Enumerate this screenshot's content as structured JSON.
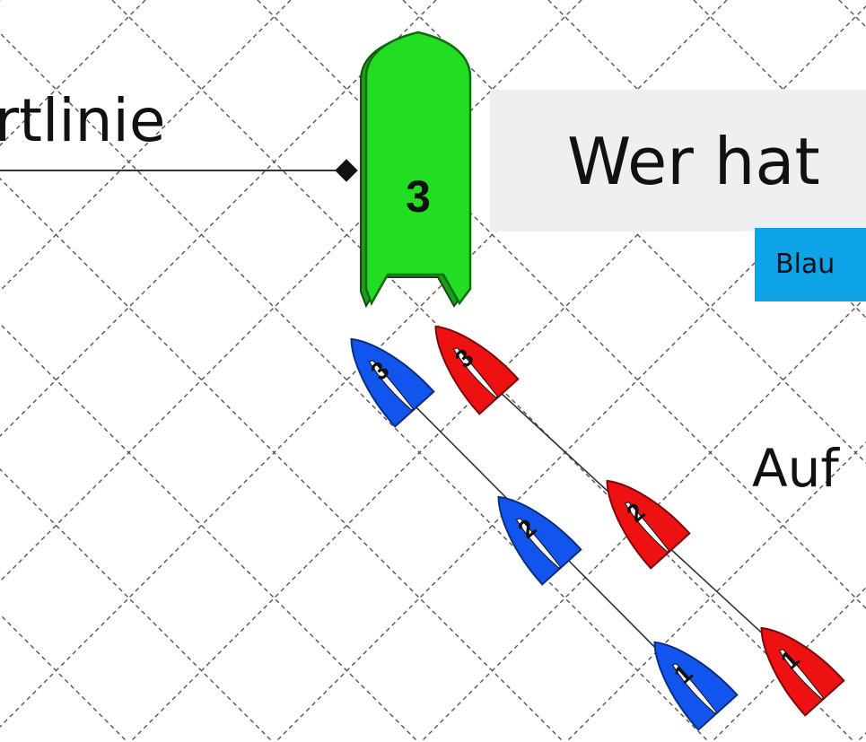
{
  "labels": {
    "start_line": "rtlinie",
    "question": "Wer hat",
    "answer_option": "Blau",
    "partial_text": "Auf"
  },
  "colors": {
    "background": "#ffffff",
    "grid": "#555555",
    "committee_boat": "#22dd22",
    "blue_boat": "#1155ee",
    "red_boat": "#ee1111",
    "answer_button": "#0ea2e6",
    "question_panel": "#efefef"
  },
  "committee_boat": {
    "number": "3"
  },
  "boats": [
    {
      "team": "blue",
      "number": "3"
    },
    {
      "team": "blue",
      "number": "2"
    },
    {
      "team": "blue",
      "number": "1"
    },
    {
      "team": "red",
      "number": "3"
    },
    {
      "team": "red",
      "number": "2"
    },
    {
      "team": "red",
      "number": "1"
    }
  ]
}
